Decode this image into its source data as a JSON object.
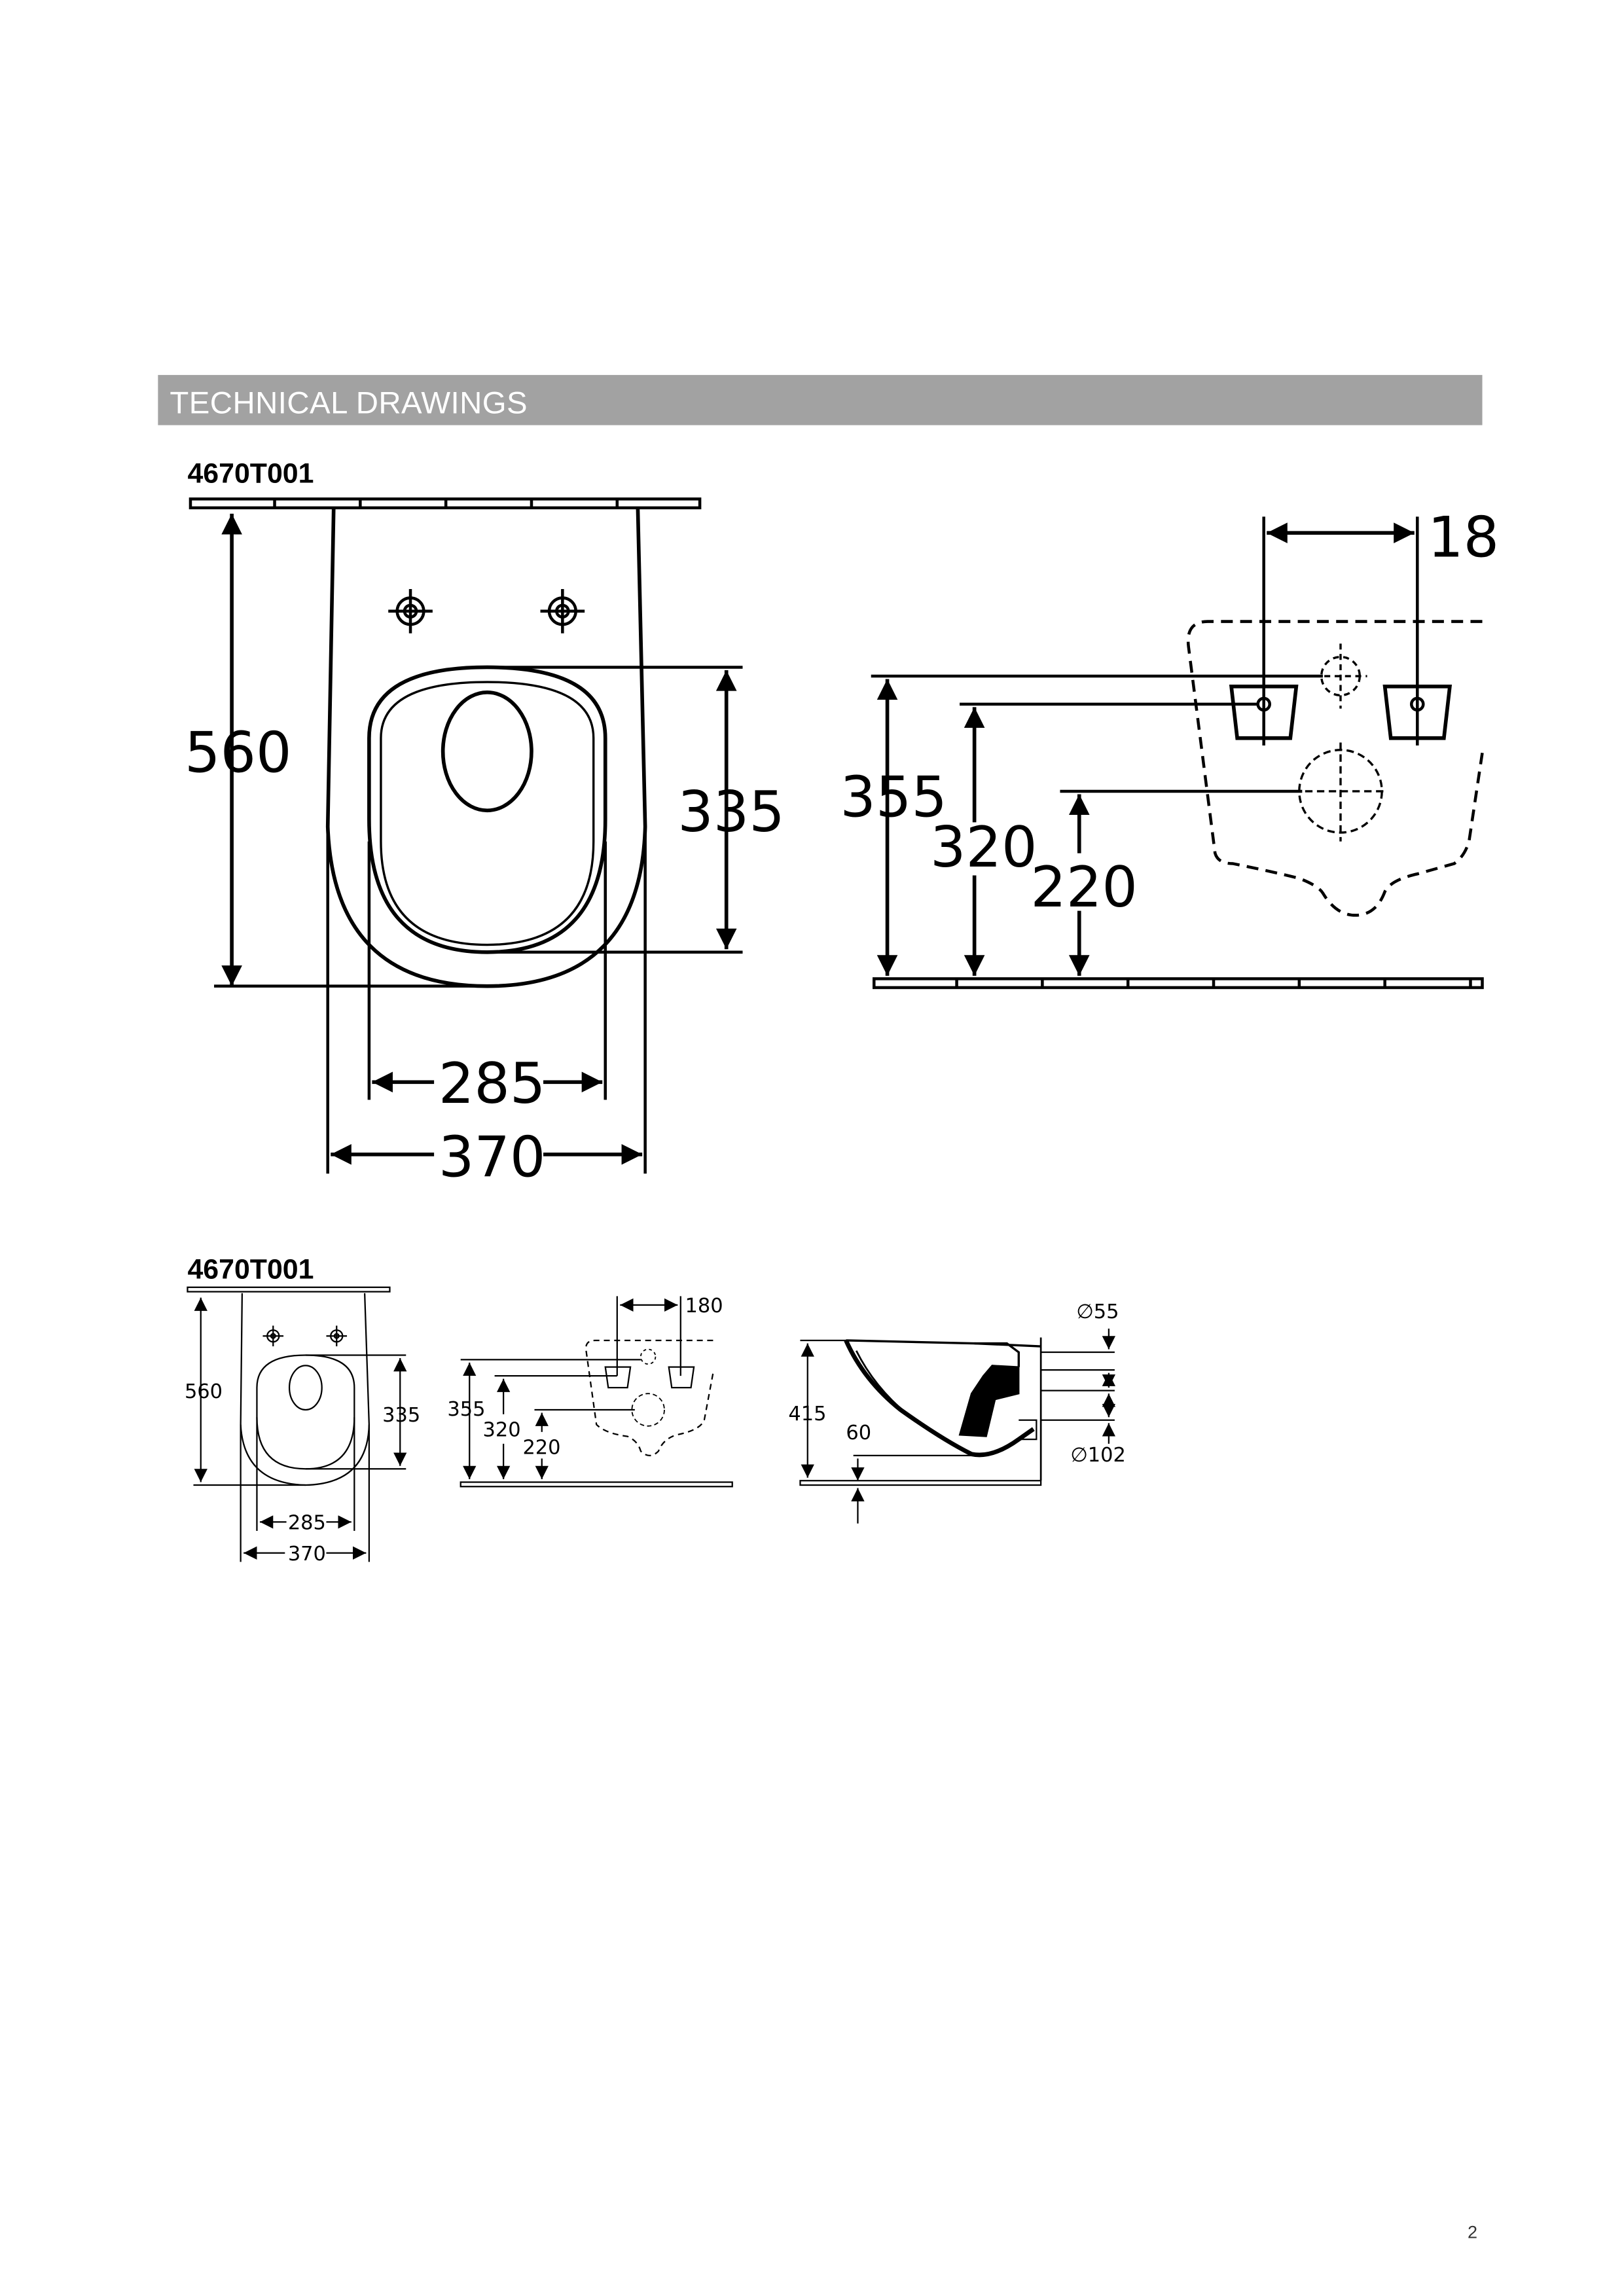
{
  "section_title": "TECHNICAL DRAWINGS",
  "model_top": "4670T001",
  "model_bottom": "4670T001",
  "dims_large": {
    "height_total": "560",
    "seat_height": "335",
    "inner_width": "285",
    "outer_width": "370",
    "fix_355": "355",
    "fix_320": "320",
    "fix_220": "220",
    "spacing_180": "18"
  },
  "dims_small": {
    "front": {
      "height_total": "560",
      "seat_height": "335",
      "inner_width": "285",
      "outer_width": "370"
    },
    "rear": {
      "spacing": "180",
      "h355": "355",
      "h320": "320",
      "h220": "220"
    },
    "side": {
      "height": "415",
      "offset": "60",
      "dia_inlet": "∅55",
      "dia_outlet": "∅102"
    }
  },
  "page_number": "2"
}
